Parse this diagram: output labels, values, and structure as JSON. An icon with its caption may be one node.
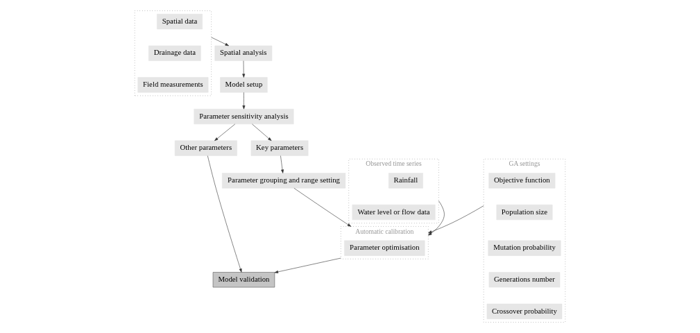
{
  "diagram": {
    "nodes": [
      {
        "text": [],
        "shape": "box"
      },
      {
        "text": [
          "Spatial data"
        ],
        "in": 0
      },
      {
        "text": [
          "Drainage data"
        ],
        "in": 0
      },
      {
        "text": [
          "Field measurements"
        ],
        "in": 0
      },
      {
        "text": [
          "Spatial analysis"
        ]
      },
      {
        "text": [
          "Model setup"
        ]
      },
      {
        "text": [
          "Parameter sensitivity analysis"
        ]
      },
      {
        "text": [
          "Other parameters"
        ]
      },
      {
        "text": [
          "Key parameters"
        ]
      },
      {
        "text": [
          "Parameter grouping and range setting"
        ]
      },
      {
        "text": [
          "Observed time series"
        ]
      },
      {
        "text": [
          "Rainfall"
        ],
        "in": 10
      },
      {
        "text": [
          "Water level or flow data"
        ],
        "in": 10
      },
      {
        "text": [
          "Automatic calibration"
        ]
      },
      {
        "text": [
          "Parameter optimisation"
        ],
        "in": 13
      },
      {
        "text": [
          "Model validation"
        ]
      },
      {
        "text": [
          "GA settings"
        ]
      },
      {
        "text": [
          "Objective function"
        ],
        "in": 16
      },
      {
        "text": [
          "Population size"
        ],
        "in": 16
      },
      {
        "text": [
          "Mutation probability"
        ],
        "in": 16
      },
      {
        "text": [
          "Generations number"
        ],
        "in": 16
      },
      {
        "text": [
          "Crossover probability"
        ],
        "in": 16
      }
    ],
    "edges": [
      {
        "from": 0,
        "to": 4,
        "arrow": "to"
      },
      {
        "from": 4,
        "to": 5,
        "arrow": "to"
      },
      {
        "from": 5,
        "to": 6,
        "arrow": "to"
      },
      {
        "from": 6,
        "to": 7,
        "arrow": "to"
      },
      {
        "from": 6,
        "to": 8,
        "arrow": "to"
      },
      {
        "from": 8,
        "to": 9,
        "arrow": "to"
      },
      {
        "from": 7,
        "to": 15,
        "arrow": "to"
      },
      {
        "from": 9,
        "to": 13,
        "arrow": "to"
      },
      {
        "from": 10,
        "to": 13,
        "arrow": "to"
      },
      {
        "from": 13,
        "to": 15,
        "arrow": "to"
      },
      {
        "from": 16,
        "to": 13,
        "arrow": "to"
      }
    ]
  }
}
